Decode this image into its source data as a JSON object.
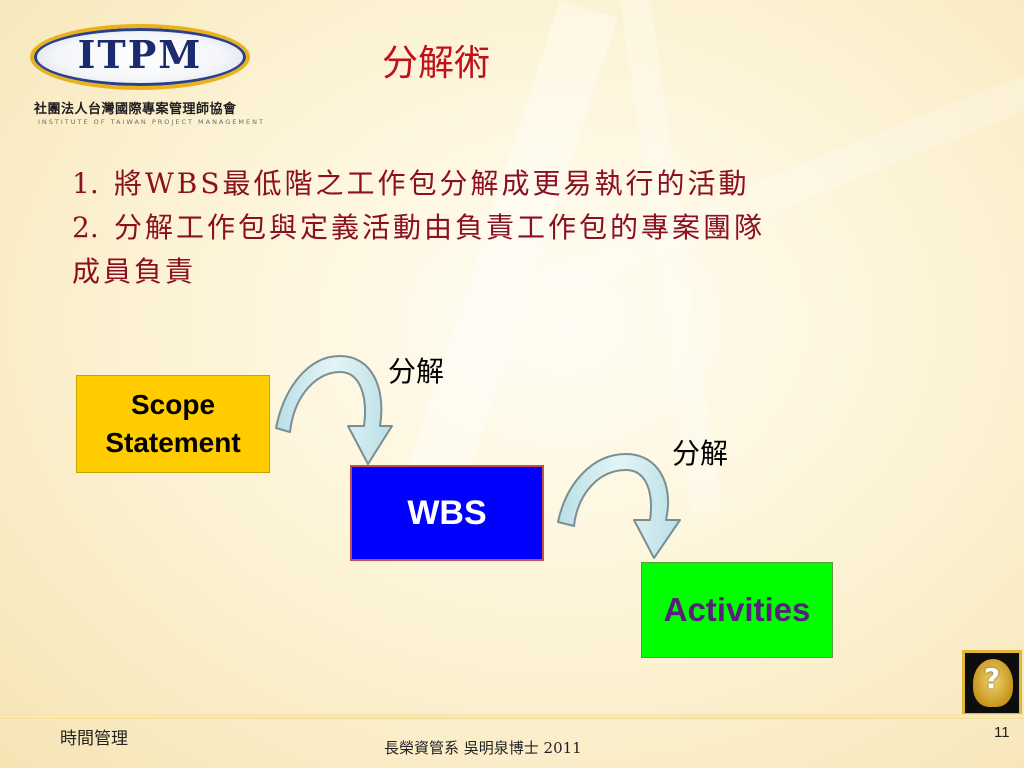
{
  "logo": {
    "text": "ITPM",
    "org_cn": "社團法人台灣國際專案管理師協會",
    "org_en": "INSTITUTE OF TAIWAN PROJECT MANAGEMENT"
  },
  "title": "分解術",
  "bullets": [
    {
      "num": "1.",
      "text": "將WBS最低階之工作包分解成更易執行的活動"
    },
    {
      "num": "2.",
      "text": "分解工作包與定義活動由負責工作包的專案團隊",
      "continuation": "成員負責"
    }
  ],
  "diagram": {
    "scope_line1": "Scope",
    "scope_line2": "Statement",
    "wbs": "WBS",
    "activities": "Activities",
    "decompose_label_1": "分解",
    "decompose_label_2": "分解"
  },
  "footer": {
    "left": "時間管理",
    "center": "長榮資管系 吳明泉博士 2011",
    "page": "11"
  },
  "colors": {
    "title": "#c0101a",
    "bullet_text": "#8b1022",
    "scope_box": "#ffcc00",
    "wbs_box": "#0000ff",
    "activities_box": "#00ff00",
    "activities_text": "#5a1e7d",
    "arrow": "#c8e6ea"
  },
  "icons": [
    "help-question-icon",
    "curved-arrow-icon"
  ]
}
